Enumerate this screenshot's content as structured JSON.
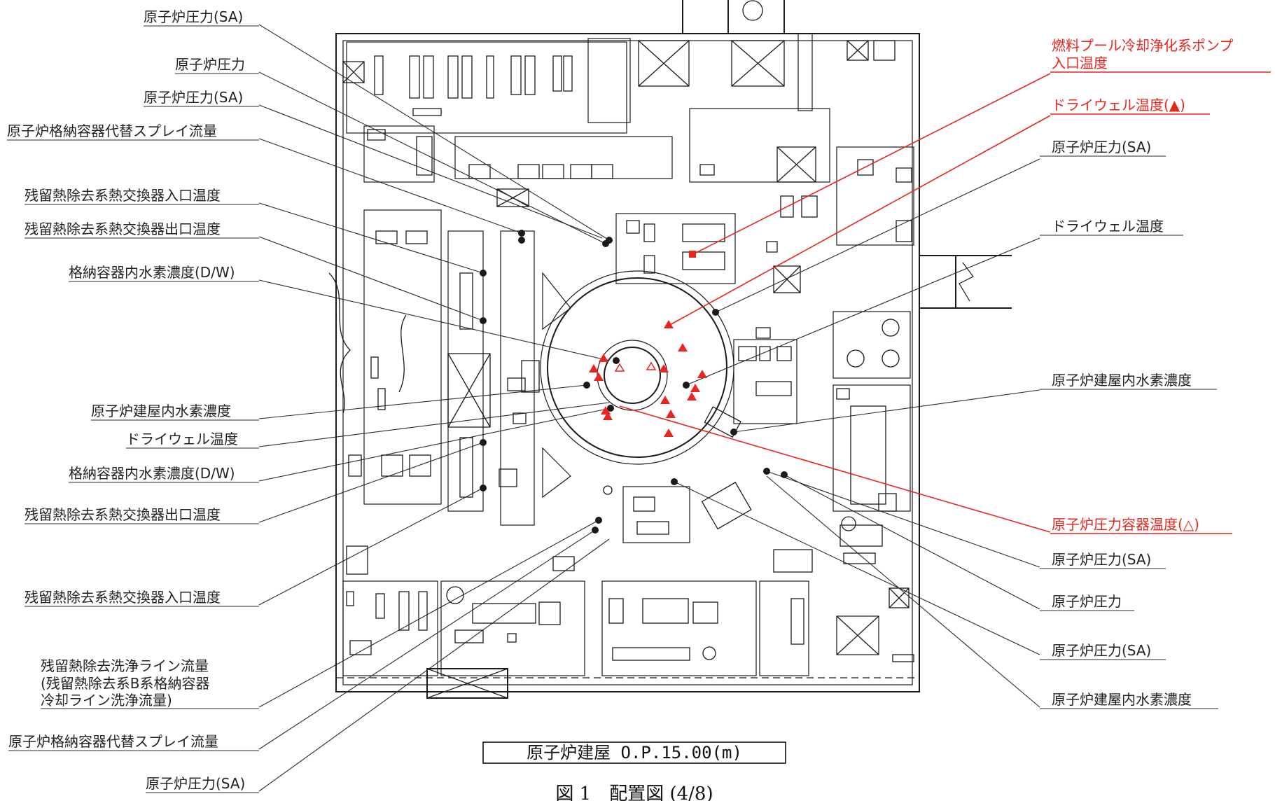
{
  "left_labels": [
    "原子炉圧力(SA)",
    "原子炉圧力",
    "原子炉圧力(SA)",
    "原子炉格納容器代替スプレイ流量",
    "残留熱除去系熱交換器入口温度",
    "残留熱除去系熱交換器出口温度",
    "格納容器内水素濃度(D/W)",
    "原子炉建屋内水素濃度",
    "ドライウェル温度",
    "格納容器内水素濃度(D/W)",
    "残留熱除去系熱交換器出口温度",
    "残留熱除去系熱交換器入口温度"
  ],
  "flush_label": [
    "残留熱除去洗浄ライン流量",
    "(残留熱除去系B系格納容器",
    "冷却ライン洗浄流量)"
  ],
  "bottom_left_labels": [
    "原子炉格納容器代替スプレイ流量",
    "原子炉圧力(SA)"
  ],
  "right_labels": [
    "原子炉圧力(SA)",
    "ドライウェル温度",
    "原子炉建屋内水素濃度",
    "原子炉圧力(SA)",
    "原子炉圧力",
    "原子炉圧力(SA)",
    "原子炉建屋内水素濃度"
  ],
  "red_labels": {
    "pool_line1": "燃料プール冷却浄化系ポンプ",
    "pool_line2": "入口温度",
    "drywell_filled": "ドライウェル温度(▲)",
    "rpv_hollow": "原子炉圧力容器温度(△)"
  },
  "building_caption": "原子炉建屋 O.P.15.00(m)",
  "figure_caption": "図 1　配置図 (4/8)",
  "colors": {
    "accent_red": "#e8251f",
    "line": "#1a1a1a",
    "background": "#ffffff"
  }
}
